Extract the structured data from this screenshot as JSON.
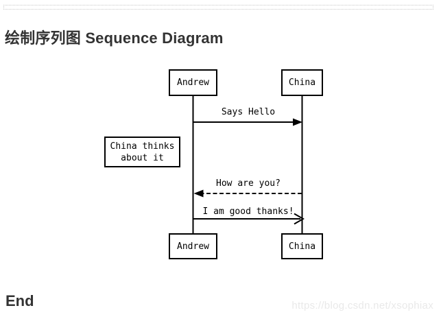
{
  "page": {
    "title": "绘制序列图 Sequence Diagram",
    "end_heading": "End",
    "watermark": "https://blog.csdn.net/xsophiax"
  },
  "diagram": {
    "actors": {
      "left": "Andrew",
      "right": "China"
    },
    "messages": [
      {
        "label": "Says Hello",
        "from": "Andrew",
        "to": "China",
        "line": "solid",
        "arrowhead": "filled"
      },
      {
        "label": "How are you?",
        "from": "China",
        "to": "Andrew",
        "line": "dashed",
        "arrowhead": "filled"
      },
      {
        "label": "I am good thanks!",
        "from": "Andrew",
        "to": "China",
        "line": "solid",
        "arrowhead": "open"
      }
    ],
    "note": "China thinks\nabout it"
  },
  "colors": {
    "diagram_line": "#000000",
    "heading_text": "#333333",
    "watermark_text": "#e9e9e9",
    "divider": "#c8c8c8",
    "background": "#ffffff"
  }
}
